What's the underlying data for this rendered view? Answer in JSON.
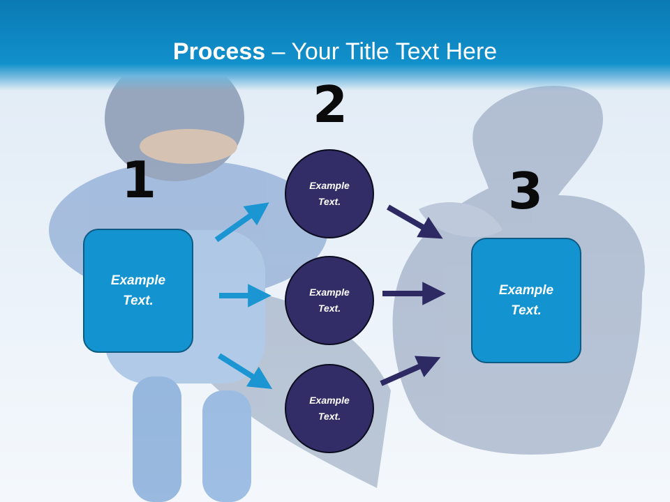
{
  "title": {
    "bold": "Process",
    "rest": " – Your Title Text Here"
  },
  "steps": {
    "one": "1",
    "two": "2",
    "three": "3"
  },
  "boxes": {
    "left": {
      "line1": "Example",
      "line2": "Text."
    },
    "right": {
      "line1": "Example",
      "line2": "Text."
    }
  },
  "circles": [
    {
      "line1": "Example",
      "line2": "Text."
    },
    {
      "line1": "Example",
      "line2": "Text."
    },
    {
      "line1": "Example",
      "line2": "Text."
    }
  ],
  "colors": {
    "header": "#1190cc",
    "box_fill": "#1393cf",
    "circle_fill": "#322d66",
    "arrow_light": "#1b96d2",
    "arrow_dark": "#2d2a63"
  },
  "icons": {
    "background": "superhero-thumbs-up-illustration"
  }
}
